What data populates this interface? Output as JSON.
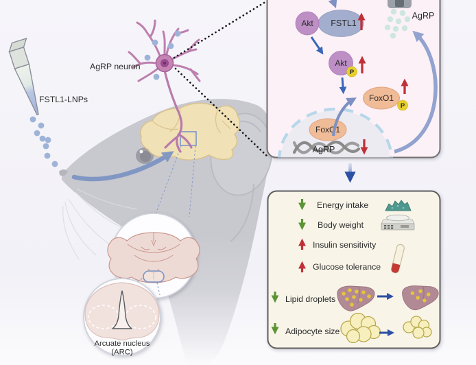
{
  "figure": {
    "injection_label": "FSTL1-LNPs",
    "neuron_label": "AgRP neuron",
    "arc_label_line1": "Arcuate nucleus",
    "arc_label_line2": "(ARC)"
  },
  "pathway": {
    "akt_complex_label": "Akt",
    "fstl1_label": "FSTL1",
    "akt_phospho_label": "Akt",
    "phospho_badge": "P",
    "foxo1_cyto_label": "FoxO1",
    "foxo1_phospho_badge": "P",
    "foxo1_nuclear_label": "FoxO1",
    "agrp_gene_label": "AgRP",
    "agrp_secreted_label": "AgRP"
  },
  "outcomes": {
    "rows": [
      {
        "label": "Energy intake",
        "direction": "decrease",
        "icon": "food-pellets-icon"
      },
      {
        "label": "Body weight",
        "direction": "decrease",
        "icon": "scale-icon"
      },
      {
        "label": "Insulin sensitivity",
        "direction": "increase",
        "icon": "blood-tube-icon"
      },
      {
        "label": "Glucose tolerance",
        "direction": "increase",
        "icon": "blood-tube-icon"
      },
      {
        "label": "Lipid droplets",
        "direction": "decrease",
        "icon": "liver-icon"
      },
      {
        "label": "Adipocyte size",
        "direction": "decrease",
        "icon": "adipocyte-icon"
      }
    ]
  },
  "colors": {
    "background": "#f4f3f8",
    "pathway_box_bg": "#fcf1f7",
    "outcome_box_bg": "#f8f4e8",
    "box_border": "#666666",
    "akt_fill": "#bd8fc5",
    "fstl1_fill": "#a3adcd",
    "foxo1_fill": "#f0bb97",
    "phospho_fill": "#e6ce2c",
    "increase_arrow": "#bf3137",
    "decrease_arrow": "#5a9434",
    "pathway_arrow_blue": "#3a67b8",
    "secretion_arrow_periwinkle": "#93a3cf",
    "outcome_arrow_blue": "#2d4fa4",
    "lnp_dot": "#9db3d8",
    "agrp_dot": "#cde7e0",
    "neuron_pink": "#c583b2",
    "brain_tan": "#f1e1b6",
    "mouse_gray": "#c7c7ce",
    "liver_fill": "#b18a95",
    "adipocyte_fill": "#f7efbd",
    "dna_gray": "#9d9d9d",
    "nucleus_membrane_blue": "#b7d7ea"
  }
}
